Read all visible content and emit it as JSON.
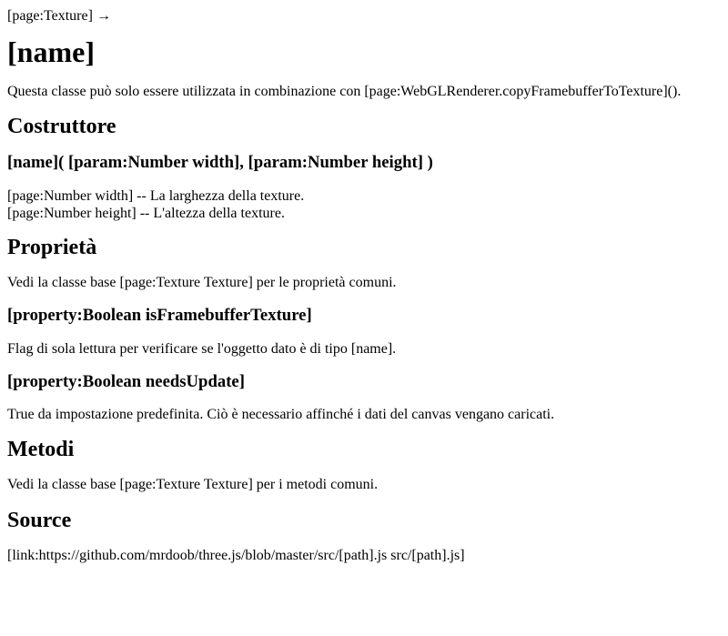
{
  "breadcrumb": "[page:Texture] →",
  "title": "[name]",
  "intro": "Questa classe può solo essere utilizzata in combinazione con [page:WebGLRenderer.copyFramebufferToTexture]().",
  "constructor": {
    "heading": "Costruttore",
    "signature": "[name]( [param:Number width], [param:Number height] )",
    "params": [
      "[page:Number width] -- La larghezza della texture.",
      "[page:Number height] -- L'altezza della texture."
    ]
  },
  "properties": {
    "heading": "Proprietà",
    "intro": "Vedi la classe base [page:Texture Texture] per le proprietà comuni.",
    "items": [
      {
        "name": "[property:Boolean isFramebufferTexture]",
        "desc": "Flag di sola lettura per verificare se l'oggetto dato è di tipo [name]."
      },
      {
        "name": "[property:Boolean needsUpdate]",
        "desc": "True da impostazione predefinita. Ciò è necessario affinché i dati del canvas vengano caricati."
      }
    ]
  },
  "methods": {
    "heading": "Metodi",
    "intro": "Vedi la classe base [page:Texture Texture] per i metodi comuni."
  },
  "source": {
    "heading": "Source",
    "link": "[link:https://github.com/mrdoob/three.js/blob/master/src/[path].js src/[path].js]"
  }
}
